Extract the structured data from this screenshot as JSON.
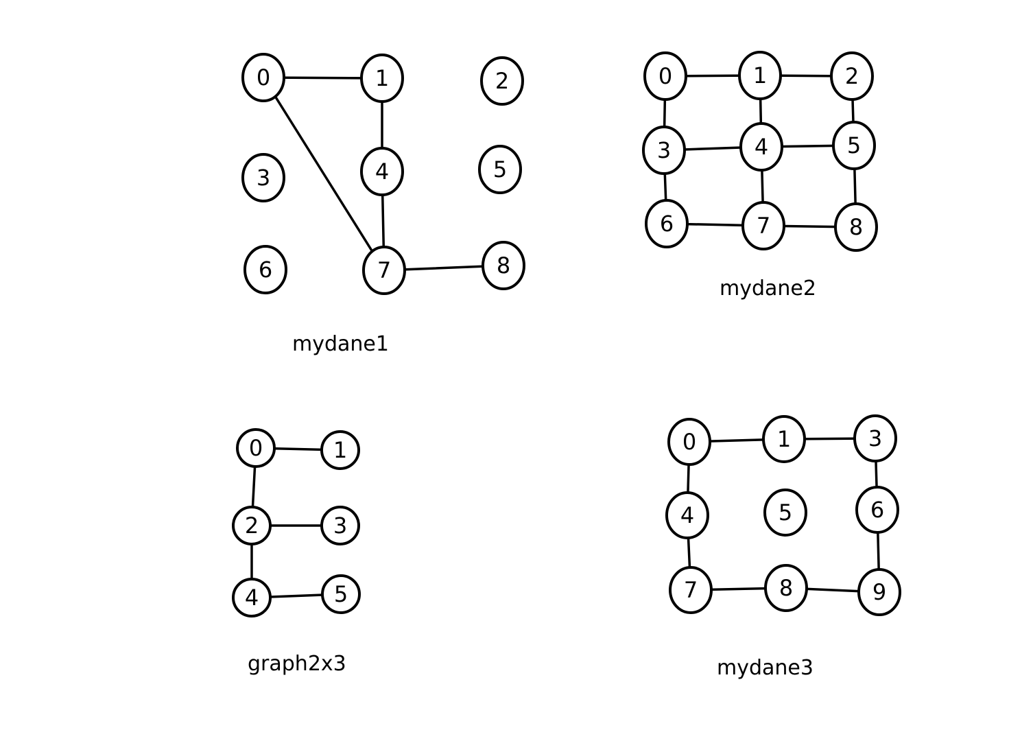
{
  "graphs": [
    {
      "title": "mydane1",
      "nodes": [
        "0",
        "1",
        "2",
        "3",
        "4",
        "5",
        "6",
        "7",
        "8"
      ],
      "edges": [
        [
          "0",
          "1"
        ],
        [
          "1",
          "4"
        ],
        [
          "4",
          "7"
        ],
        [
          "0",
          "7"
        ],
        [
          "7",
          "8"
        ]
      ]
    },
    {
      "title": "mydane2",
      "nodes": [
        "0",
        "1",
        "2",
        "3",
        "4",
        "5",
        "6",
        "7",
        "8"
      ],
      "edges": [
        [
          "0",
          "1"
        ],
        [
          "1",
          "2"
        ],
        [
          "0",
          "3"
        ],
        [
          "1",
          "4"
        ],
        [
          "2",
          "5"
        ],
        [
          "3",
          "4"
        ],
        [
          "4",
          "5"
        ],
        [
          "3",
          "6"
        ],
        [
          "4",
          "7"
        ],
        [
          "5",
          "8"
        ],
        [
          "6",
          "7"
        ],
        [
          "7",
          "8"
        ]
      ]
    },
    {
      "title": "graph2x3",
      "nodes": [
        "0",
        "1",
        "2",
        "3",
        "4",
        "5"
      ],
      "edges": [
        [
          "0",
          "1"
        ],
        [
          "0",
          "2"
        ],
        [
          "2",
          "3"
        ],
        [
          "2",
          "4"
        ],
        [
          "4",
          "5"
        ]
      ]
    },
    {
      "title": "mydane3",
      "nodes": [
        "0",
        "1",
        "3",
        "4",
        "5",
        "6",
        "7",
        "8",
        "9"
      ],
      "edges": [
        [
          "0",
          "1"
        ],
        [
          "1",
          "3"
        ],
        [
          "0",
          "4"
        ],
        [
          "3",
          "6"
        ],
        [
          "4",
          "7"
        ],
        [
          "6",
          "9"
        ],
        [
          "7",
          "8"
        ],
        [
          "8",
          "9"
        ]
      ]
    }
  ]
}
